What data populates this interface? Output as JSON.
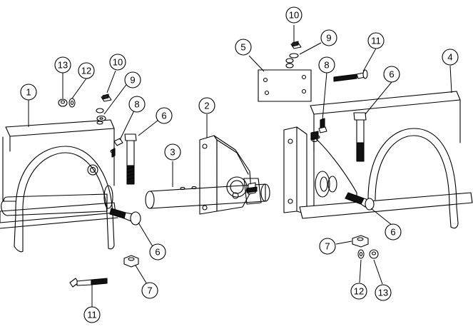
{
  "callouts": [
    {
      "id": "c1",
      "label": "1"
    },
    {
      "id": "c2",
      "label": "2"
    },
    {
      "id": "c3",
      "label": "3"
    },
    {
      "id": "c4",
      "label": "4"
    },
    {
      "id": "c5",
      "label": "5"
    },
    {
      "id": "c6a",
      "label": "6"
    },
    {
      "id": "c6b",
      "label": "6"
    },
    {
      "id": "c6c",
      "label": "6"
    },
    {
      "id": "c6d",
      "label": "6"
    },
    {
      "id": "c7a",
      "label": "7"
    },
    {
      "id": "c7b",
      "label": "7"
    },
    {
      "id": "c8a",
      "label": "8"
    },
    {
      "id": "c8b",
      "label": "8"
    },
    {
      "id": "c9a",
      "label": "9"
    },
    {
      "id": "c9b",
      "label": "9"
    },
    {
      "id": "c10a",
      "label": "10"
    },
    {
      "id": "c10b",
      "label": "10"
    },
    {
      "id": "c11a",
      "label": "11"
    },
    {
      "id": "c11b",
      "label": "11"
    },
    {
      "id": "c12a",
      "label": "12"
    },
    {
      "id": "c12b",
      "label": "12"
    },
    {
      "id": "c13a",
      "label": "13"
    },
    {
      "id": "c13b",
      "label": "13"
    }
  ]
}
